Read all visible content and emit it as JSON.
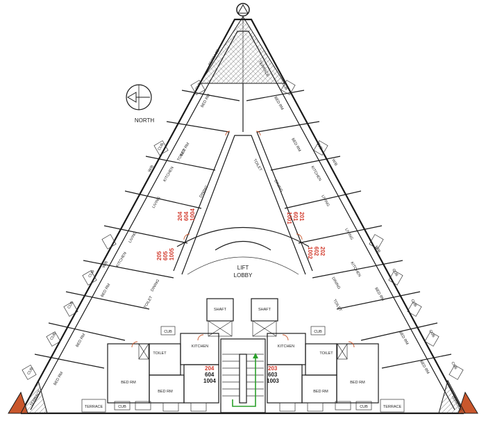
{
  "north_label": "NORTH",
  "lift_lobby_label": [
    "LIFT",
    "LOBBY"
  ],
  "unit_numbers": {
    "left_upper": [
      "204",
      "604",
      "1004"
    ],
    "left_lower": [
      "205",
      "605",
      "1005"
    ],
    "right_upper": [
      "201",
      "601",
      "1001"
    ],
    "right_lower": [
      "202",
      "602",
      "1002"
    ],
    "bottom_left": [
      "204",
      "604",
      "1004"
    ],
    "bottom_right": [
      "203",
      "603",
      "1003"
    ]
  },
  "room_labels": {
    "cub": "CUB",
    "terrace": "TERRACE",
    "bed_rm": "BED RM",
    "kitchen": "KITCHEN",
    "living": "LIVING",
    "dining": "DINING",
    "toilet": "TOILET",
    "wb": "W/B",
    "shaft": "SHAFT"
  },
  "colors": {
    "line": "#1a1a1a",
    "unit_red": "#d23a2c",
    "terrace_fill": "#c9572c",
    "stair_arrow": "#2aa02a"
  }
}
